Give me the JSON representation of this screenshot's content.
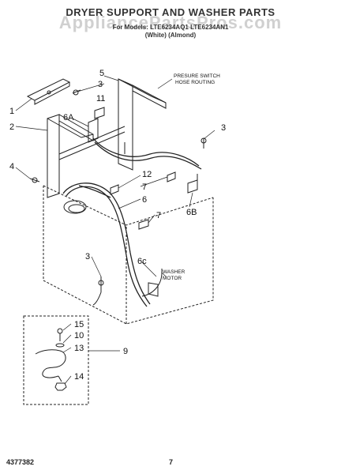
{
  "header": {
    "title": "DRYER SUPPORT AND WASHER PARTS",
    "watermark": "AppliancePartsPros.com",
    "model_line": "For Models: LTE6234AQ1 LTE6234AN1",
    "color_line": "(White)   (Almond)"
  },
  "callouts": {
    "c5": "5",
    "c3a": "3",
    "c11": "11",
    "c1": "1",
    "c6a": "6A",
    "c2": "2",
    "c3b": "3",
    "c4": "4",
    "c12": "12",
    "c7a": "7",
    "c6": "6",
    "c6b": "6B",
    "c7b": "7",
    "c3c": "3",
    "c6c": "6c",
    "c15": "15",
    "c10": "10",
    "c13": "13",
    "c9": "9",
    "c14": "14"
  },
  "notes": {
    "pressure_line1": "PRESURE SWITCH",
    "pressure_line2": "HOSE ROUTING",
    "washer_line1": "WASHER",
    "washer_line2": "MOTOR"
  },
  "footer": {
    "part_number": "4377382",
    "page_number": "7"
  }
}
